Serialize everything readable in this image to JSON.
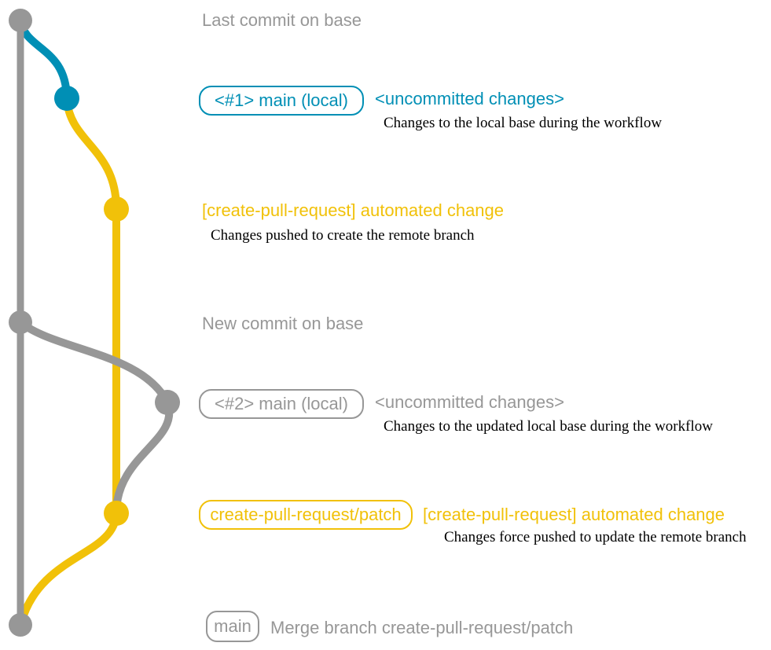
{
  "colors": {
    "gray": "#979797",
    "blue": "#008fb5",
    "yellow": "#f1c109",
    "note_text": "#000000",
    "background": "#ffffff"
  },
  "rows": [
    {
      "type": "note",
      "color": "gray",
      "text": "Last commit on base"
    },
    {
      "type": "commit",
      "color": "blue",
      "badge": "<#1> main (local)",
      "message": "<uncommitted changes>",
      "note": "Changes to the local base during the workflow"
    },
    {
      "type": "commit",
      "color": "yellow",
      "message": "[create-pull-request] automated change",
      "note": "Changes pushed to create the remote branch"
    },
    {
      "type": "note",
      "color": "gray",
      "text": "New commit on base"
    },
    {
      "type": "commit",
      "color": "gray",
      "badge": "<#2> main (local)",
      "message": "<uncommitted changes>",
      "note": "Changes to the updated local base during the workflow"
    },
    {
      "type": "commit",
      "color": "yellow",
      "badge": "create-pull-request/patch",
      "message": "[create-pull-request] automated change",
      "note": "Changes force pushed to update the remote branch"
    },
    {
      "type": "commit",
      "color": "gray",
      "badge": "main",
      "message": "Merge branch create-pull-request/patch"
    }
  ],
  "graph": {
    "dots": [
      {
        "name": "last-commit-on-base",
        "color": "gray"
      },
      {
        "name": "main-local-1",
        "color": "blue"
      },
      {
        "name": "create-pull-request-push",
        "color": "yellow"
      },
      {
        "name": "new-commit-on-base",
        "color": "gray"
      },
      {
        "name": "main-local-2",
        "color": "gray"
      },
      {
        "name": "create-pull-request-force-push",
        "color": "yellow"
      },
      {
        "name": "merge-commit",
        "color": "gray"
      }
    ]
  }
}
